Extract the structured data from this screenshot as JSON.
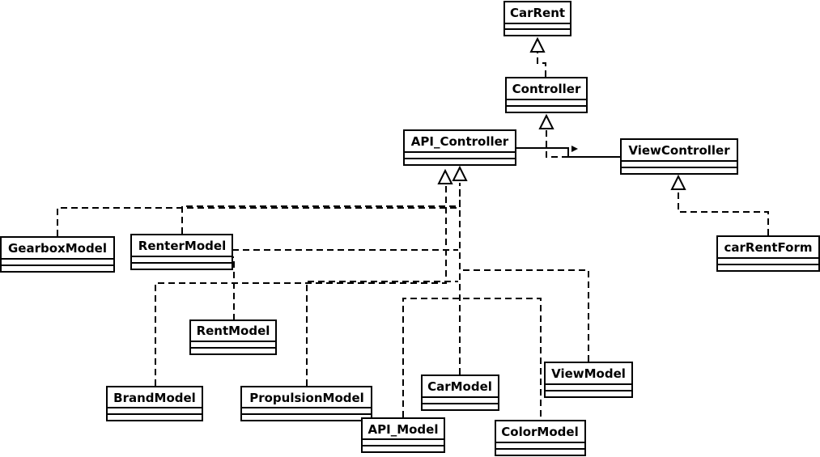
{
  "diagram": {
    "classes": {
      "car_rent": "CarRent",
      "controller": "Controller",
      "api_controller": "API_Controller",
      "view_controller": "ViewController",
      "gearbox_model": "GearboxModel",
      "renter_model": "RenterModel",
      "car_rent_form": "carRentForm",
      "rent_model": "RentModel",
      "brand_model": "BrandModel",
      "propulsion_model": "PropulsionModel",
      "car_model": "CarModel",
      "view_model": "ViewModel",
      "api_model": "API_Model",
      "color_model": "ColorModel"
    }
  }
}
